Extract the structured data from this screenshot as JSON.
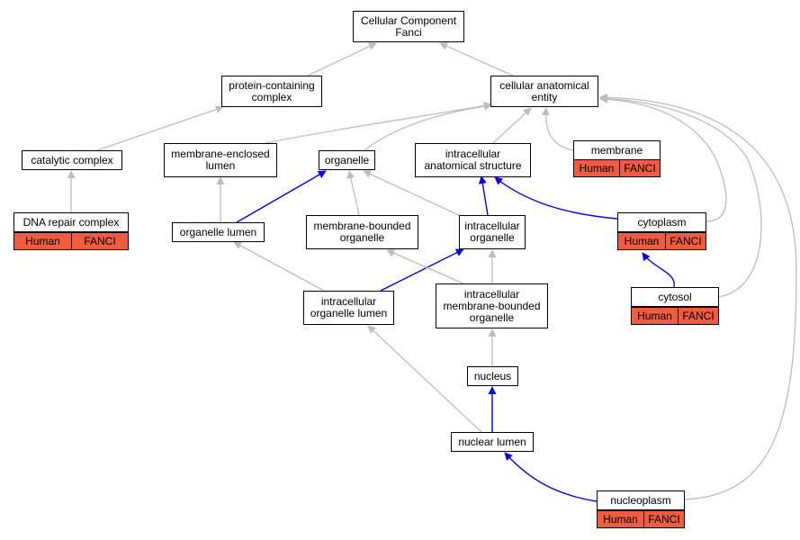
{
  "colors": {
    "is_a_edge": "#bdbdbd",
    "part_of_edge": "#0000ee",
    "annotation_fill": "#f15b40",
    "node_border": "#000000"
  },
  "nodes": {
    "root": {
      "lines": [
        "Cellular Component",
        "Fanci"
      ]
    },
    "protein_containing_complex": {
      "lines": [
        "protein-containing",
        "complex"
      ]
    },
    "cellular_anatomical_entity": {
      "lines": [
        "cellular anatomical",
        "entity"
      ]
    },
    "catalytic_complex": {
      "lines": [
        "catalytic complex"
      ]
    },
    "membrane_enclosed_lumen": {
      "lines": [
        "membrane-enclosed",
        "lumen"
      ]
    },
    "organelle": {
      "lines": [
        "organelle"
      ]
    },
    "intracellular_anatomical_structure": {
      "lines": [
        "intracellular",
        "anatomical structure"
      ]
    },
    "membrane": {
      "lines": [
        "membrane"
      ],
      "annotation": [
        "Human",
        "FANCI"
      ]
    },
    "dna_repair_complex": {
      "lines": [
        "DNA repair complex"
      ],
      "annotation": [
        "Human",
        "FANCI"
      ]
    },
    "organelle_lumen": {
      "lines": [
        "organelle lumen"
      ]
    },
    "membrane_bounded_organelle": {
      "lines": [
        "membrane-bounded",
        "organelle"
      ]
    },
    "intracellular_organelle": {
      "lines": [
        "intracellular",
        "organelle"
      ]
    },
    "cytoplasm": {
      "lines": [
        "cytoplasm"
      ],
      "annotation": [
        "Human",
        "FANCI"
      ]
    },
    "intracellular_organelle_lumen": {
      "lines": [
        "intracellular",
        "organelle lumen"
      ]
    },
    "intracellular_membrane_bounded_organelle": {
      "lines": [
        "intracellular",
        "membrane-bounded",
        "organelle"
      ]
    },
    "cytosol": {
      "lines": [
        "cytosol"
      ],
      "annotation": [
        "Human",
        "FANCI"
      ]
    },
    "nucleus": {
      "lines": [
        "nucleus"
      ]
    },
    "nuclear_lumen": {
      "lines": [
        "nuclear lumen"
      ]
    },
    "nucleoplasm": {
      "lines": [
        "nucleoplasm"
      ],
      "annotation": [
        "Human",
        "FANCI"
      ]
    }
  },
  "edges": [
    {
      "from": "protein_containing_complex",
      "to": "root",
      "relation": "is_a"
    },
    {
      "from": "cellular_anatomical_entity",
      "to": "root",
      "relation": "is_a"
    },
    {
      "from": "catalytic_complex",
      "to": "protein_containing_complex",
      "relation": "is_a"
    },
    {
      "from": "dna_repair_complex",
      "to": "catalytic_complex",
      "relation": "is_a"
    },
    {
      "from": "membrane_enclosed_lumen",
      "to": "cellular_anatomical_entity",
      "relation": "is_a"
    },
    {
      "from": "organelle",
      "to": "cellular_anatomical_entity",
      "relation": "is_a"
    },
    {
      "from": "intracellular_anatomical_structure",
      "to": "cellular_anatomical_entity",
      "relation": "is_a"
    },
    {
      "from": "membrane",
      "to": "cellular_anatomical_entity",
      "relation": "is_a"
    },
    {
      "from": "cytoplasm",
      "to": "cellular_anatomical_entity",
      "relation": "is_a"
    },
    {
      "from": "cytosol",
      "to": "cellular_anatomical_entity",
      "relation": "is_a"
    },
    {
      "from": "nucleoplasm",
      "to": "cellular_anatomical_entity",
      "relation": "is_a"
    },
    {
      "from": "organelle_lumen",
      "to": "membrane_enclosed_lumen",
      "relation": "is_a"
    },
    {
      "from": "organelle_lumen",
      "to": "organelle",
      "relation": "part_of"
    },
    {
      "from": "membrane_bounded_organelle",
      "to": "organelle",
      "relation": "is_a"
    },
    {
      "from": "intracellular_organelle",
      "to": "organelle",
      "relation": "is_a"
    },
    {
      "from": "intracellular_organelle",
      "to": "intracellular_anatomical_structure",
      "relation": "part_of"
    },
    {
      "from": "cytoplasm",
      "to": "intracellular_anatomical_structure",
      "relation": "part_of"
    },
    {
      "from": "intracellular_organelle_lumen",
      "to": "organelle_lumen",
      "relation": "is_a"
    },
    {
      "from": "intracellular_organelle_lumen",
      "to": "intracellular_organelle",
      "relation": "part_of"
    },
    {
      "from": "intracellular_membrane_bounded_organelle",
      "to": "membrane_bounded_organelle",
      "relation": "is_a"
    },
    {
      "from": "intracellular_membrane_bounded_organelle",
      "to": "intracellular_organelle",
      "relation": "is_a"
    },
    {
      "from": "cytosol",
      "to": "cytoplasm",
      "relation": "part_of"
    },
    {
      "from": "nucleus",
      "to": "intracellular_membrane_bounded_organelle",
      "relation": "is_a"
    },
    {
      "from": "nuclear_lumen",
      "to": "intracellular_organelle_lumen",
      "relation": "is_a"
    },
    {
      "from": "nuclear_lumen",
      "to": "nucleus",
      "relation": "part_of"
    },
    {
      "from": "nucleoplasm",
      "to": "nuclear_lumen",
      "relation": "part_of"
    }
  ]
}
